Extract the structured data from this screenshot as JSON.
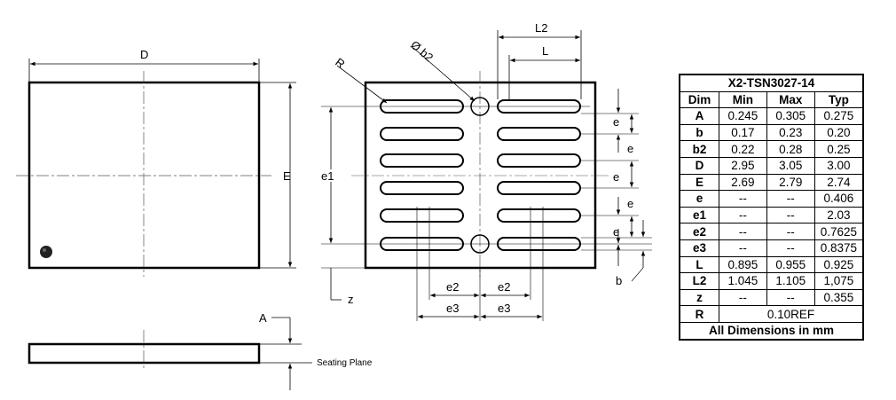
{
  "drawing_labels": {
    "top_D": "D",
    "top_E": "E",
    "R": "R",
    "phi_b2": "Ø b2",
    "L2": "L2",
    "L": "L",
    "e1": "e1",
    "e_a": "e",
    "e_b": "e",
    "e_c": "e",
    "e_d": "e",
    "e_e": "e",
    "b": "b",
    "z": "z",
    "e2_left": "e2",
    "e2_right": "e2",
    "e3_left": "e3",
    "e3_right": "e3",
    "side_A": "A",
    "seating_plane": "Seating Plane"
  },
  "table": {
    "title": "X2-TSN3027-14",
    "headers": [
      "Dim",
      "Min",
      "Max",
      "Typ"
    ],
    "rows": [
      {
        "dim": "A",
        "min": "0.245",
        "max": "0.305",
        "typ": "0.275"
      },
      {
        "dim": "b",
        "min": "0.17",
        "max": "0.23",
        "typ": "0.20"
      },
      {
        "dim": "b2",
        "min": "0.22",
        "max": "0.28",
        "typ": "0.25"
      },
      {
        "dim": "D",
        "min": "2.95",
        "max": "3.05",
        "typ": "3.00"
      },
      {
        "dim": "E",
        "min": "2.69",
        "max": "2.79",
        "typ": "2.74"
      },
      {
        "dim": "e",
        "min": "--",
        "max": "--",
        "typ": "0.406"
      },
      {
        "dim": "e1",
        "min": "--",
        "max": "--",
        "typ": "2.03"
      },
      {
        "dim": "e2",
        "min": "--",
        "max": "--",
        "typ": "0.7625"
      },
      {
        "dim": "e3",
        "min": "--",
        "max": "--",
        "typ": "0.8375"
      },
      {
        "dim": "L",
        "min": "0.895",
        "max": "0.955",
        "typ": "0.925"
      },
      {
        "dim": "L2",
        "min": "1.045",
        "max": "1.105",
        "typ": "1,075"
      },
      {
        "dim": "z",
        "min": "--",
        "max": "--",
        "typ": "0.355"
      }
    ],
    "r_row": {
      "dim": "R",
      "value": "0.10REF"
    },
    "footer": "All Dimensions in mm"
  }
}
